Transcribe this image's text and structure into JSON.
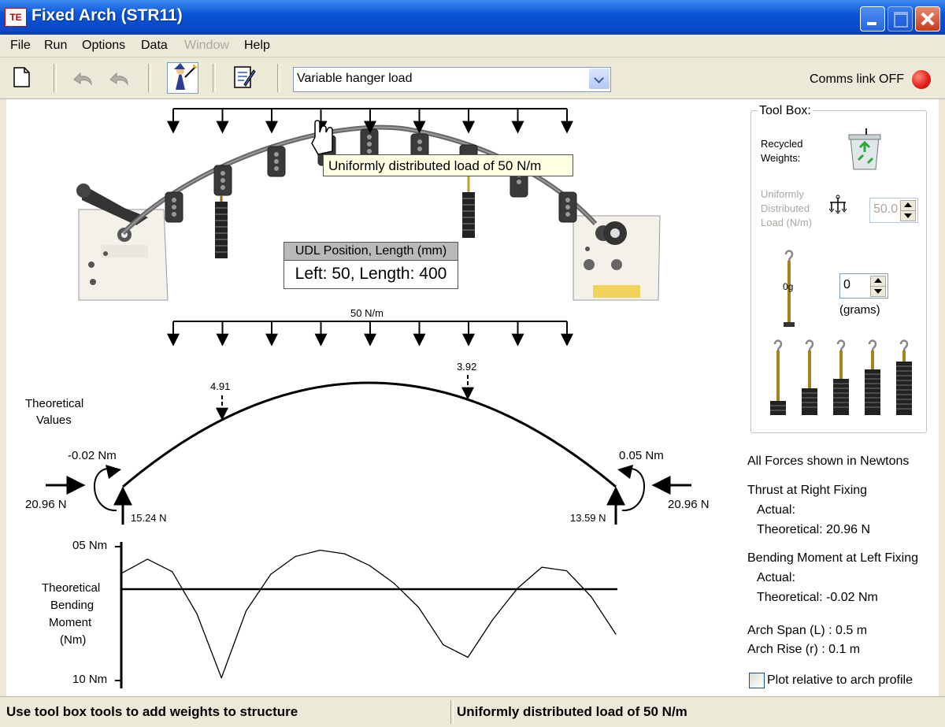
{
  "window": {
    "title": "Fixed Arch (STR11)",
    "app_icon": "TE"
  },
  "menu": [
    {
      "label": "File",
      "enabled": true
    },
    {
      "label": "Run",
      "enabled": true
    },
    {
      "label": "Options",
      "enabled": true
    },
    {
      "label": "Data",
      "enabled": true
    },
    {
      "label": "Window",
      "enabled": false
    },
    {
      "label": "Help",
      "enabled": true
    }
  ],
  "toolbar": {
    "icons": [
      "new-document-icon",
      "undo-arrow-icon",
      "redo-arrow-icon",
      "wizard-icon",
      "notepad-icon"
    ],
    "load_type": "Variable hanger load",
    "comms_text": "Comms link OFF",
    "comms_status_color": "#e2231a"
  },
  "diagram": {
    "tooltip": "Uniformly distributed load of 50 N/m",
    "udl_box": {
      "header": "UDL Position, Length (mm)",
      "value": "Left: 50, Length: 400"
    },
    "udl_label": "50 N/m",
    "hanger_load_left": "4.91",
    "hanger_load_right": "3.92",
    "theoretical_label": [
      "Theoretical",
      "Values"
    ],
    "left_moment": "-0.02 Nm",
    "right_moment": "0.05 Nm",
    "left_thrust": "20.96 N",
    "right_thrust": "20.96 N",
    "left_reaction": "15.24 N",
    "right_reaction": "13.59 N"
  },
  "bending_chart": {
    "y_top_label": "05 Nm",
    "y_bottom_label": "10 Nm",
    "ylabel": [
      "Theoretical",
      "Bending",
      "Moment",
      "(Nm)"
    ]
  },
  "chart_data": {
    "type": "line",
    "x": [
      0,
      0.025,
      0.05,
      0.075,
      0.1,
      0.125,
      0.15,
      0.175,
      0.2,
      0.225,
      0.25,
      0.275,
      0.3,
      0.325,
      0.35,
      0.375,
      0.4,
      0.425,
      0.45,
      0.475,
      0.5
    ],
    "y": [
      2.1,
      3.6,
      2.2,
      -2.5,
      -9.7,
      -2.2,
      1.9,
      3.9,
      4.6,
      4.2,
      2.9,
      0.9,
      -1.8,
      -6.0,
      -7.4,
      -3.2,
      0.3,
      2.7,
      2.3,
      -0.6,
      -4.8
    ],
    "ylim": [
      -10,
      5
    ],
    "xlim": [
      0,
      0.5
    ]
  },
  "toolbox": {
    "legend": "Tool Box:",
    "recycled_label": [
      "Recycled",
      "Weights:"
    ],
    "udl_label": [
      "Uniformly",
      "Distributed",
      "Load (N/m)"
    ],
    "udl_value": "50.0",
    "hanger_weight_label": "0g",
    "grams_value": "0",
    "grams_label": "(grams)"
  },
  "info": {
    "forces_note": "All Forces shown in Newtons",
    "thrust_title": "Thrust at Right Fixing",
    "thrust_actual": "Actual:",
    "thrust_theoretical": "Theoretical: 20.96 N",
    "moment_title": "Bending Moment at Left Fixing",
    "moment_actual": "Actual:",
    "moment_theoretical": "Theoretical: -0.02 Nm",
    "span": "Arch Span (L) : 0.5 m",
    "rise": "Arch Rise (r) : 0.1 m",
    "plot_relative": "Plot relative to arch profile",
    "plot_relative_checked": false
  },
  "status": {
    "left": "Use tool box tools to add weights to structure",
    "right": "Uniformly distributed load of 50 N/m"
  }
}
